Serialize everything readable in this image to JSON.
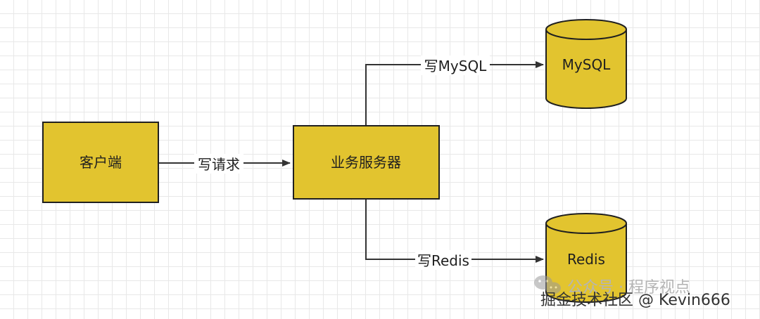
{
  "nodes": {
    "client": "客户端",
    "server": "业务服务器",
    "mysql": "MySQL",
    "redis": "Redis"
  },
  "edges": {
    "write_request": "写请求",
    "write_mysql": "写MySQL",
    "write_redis": "写Redis"
  },
  "watermark": {
    "account": "公众号 · 程序视点",
    "credit": "掘金技术社区 @ Kevin666"
  },
  "colors": {
    "node_fill": "#e2c42f",
    "node_stroke": "#202020",
    "edge": "#333333",
    "grid": "#e8e8e8"
  }
}
